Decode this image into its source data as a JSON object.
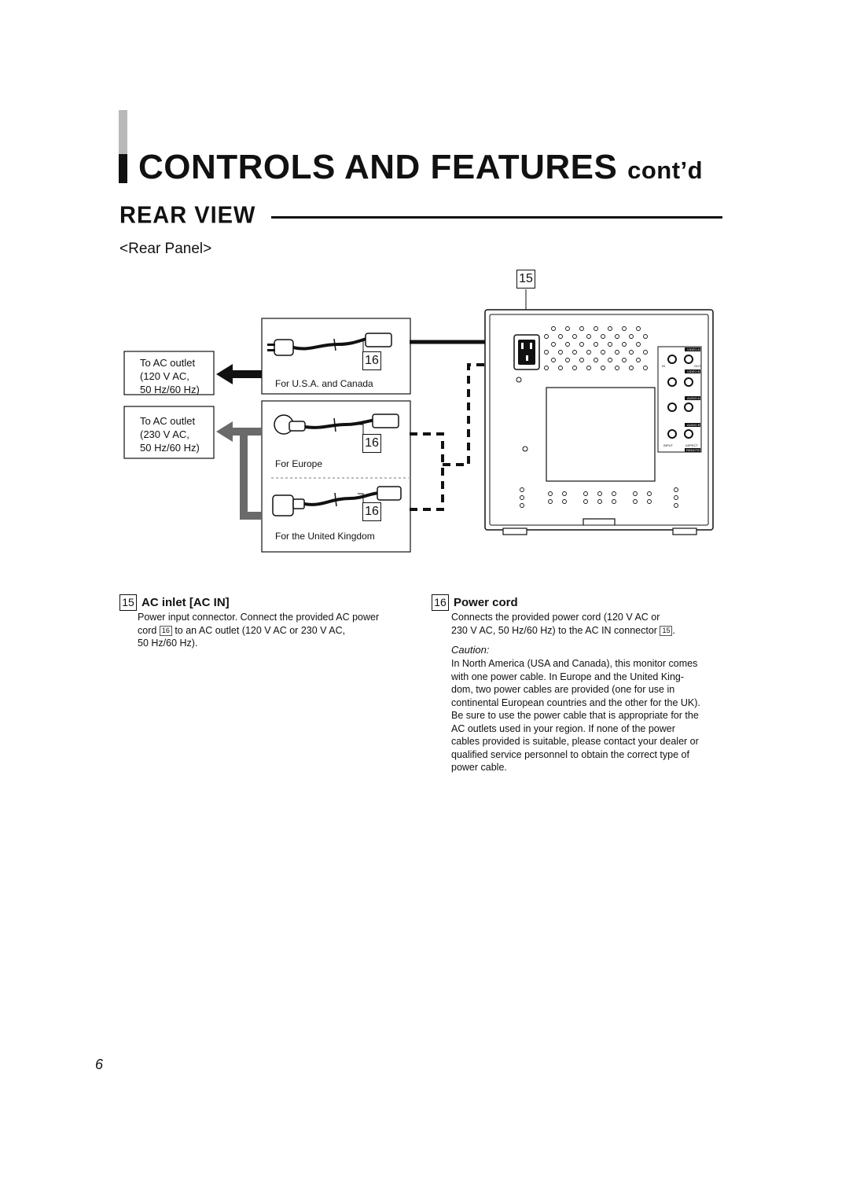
{
  "header": {
    "title_main": "CONTROLS AND FEATURES",
    "title_suffix": "cont’d",
    "section": "REAR VIEW",
    "subsection": "<Rear Panel>"
  },
  "diagram": {
    "callout_15": "15",
    "callout_16": "16",
    "outlet_120": [
      "To AC outlet",
      "(120 V AC,",
      "50 Hz/60 Hz)"
    ],
    "outlet_230": [
      "To AC outlet",
      "(230 V AC,",
      "50 Hz/60 Hz)"
    ],
    "cord_usa_caption": "For U.S.A. and Canada",
    "cord_europe_caption": "For Europe",
    "cord_uk_caption": "For the United Kingdom",
    "panel_labels": [
      "VIDEO A",
      "VIDEO B",
      "AUDIO A",
      "AUDIO B",
      "IN",
      "OUT",
      "INPUT",
      "ASPECT",
      "REMOTE"
    ]
  },
  "items": [
    {
      "number": "15",
      "title": "AC inlet [AC IN]",
      "text_1": "Power input connector. Connect the provided AC power",
      "text_2a": "cord",
      "ref": "16",
      "text_2b": "to an AC outlet (120 V AC or 230 V AC,",
      "text_3": "50 Hz/60 Hz)."
    },
    {
      "number": "16",
      "title": "Power cord",
      "text_1": "Connects the provided power cord (120 V AC or",
      "text_2a": "230 V AC, 50 Hz/60 Hz) to the AC IN connector",
      "ref": "15",
      "text_2b": ".",
      "caution_title": "Caution:",
      "caution_lines": [
        "In North America (USA and Canada), this monitor comes",
        "with one power cable.  In Europe and the United King-",
        "dom, two power cables are provided (one for use in",
        "continental European countries and the other for the UK).",
        "Be sure to use the power cable that is appropriate for the",
        "AC outlets used in your region. If none of the power",
        "cables provided is suitable, please contact your dealer or",
        "qualified service personnel to obtain the correct type of",
        "power cable."
      ]
    }
  ],
  "page_number": "6"
}
